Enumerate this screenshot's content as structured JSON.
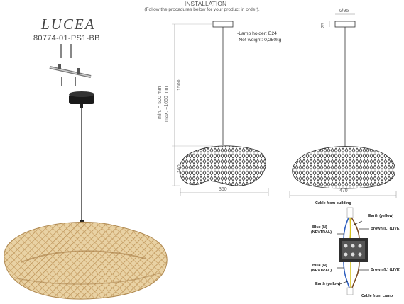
{
  "brand": "LUCEA",
  "product_code": "80774-01-PS1-BB",
  "installation": {
    "title": "INSTALLATION",
    "subtitle": "(Follow the procedures below for your product in order)."
  },
  "specs": {
    "lamp_holder": "-Lamp holder: E24",
    "net_weight": "-Net weight: 0,250kg"
  },
  "dimensions": {
    "adjust_range": "min. = 500 mm",
    "adjust_range_max": "max. =1660 mm",
    "cable_length": "1500",
    "shade_height": "160",
    "shade_width_side": "360",
    "shade_width_front": "470",
    "canopy_diameter": "Ø95",
    "canopy_height": "25"
  },
  "wiring": {
    "cable_from_building": "Cable from building",
    "earth_top": "Earth (yellow)",
    "blue_top_1": "Blue (N)",
    "blue_top_2": "(NEVTRAL)",
    "brown_top": "Brown (L) (LIVE)",
    "blue_bottom_1": "Blue (N)",
    "blue_bottom_2": "(NEVTRAL)",
    "brown_bottom": "Brown (L) (LIVE)",
    "earth_bottom": "Earth (yellow)",
    "cable_from_lamp": "Cable from Lamp"
  }
}
